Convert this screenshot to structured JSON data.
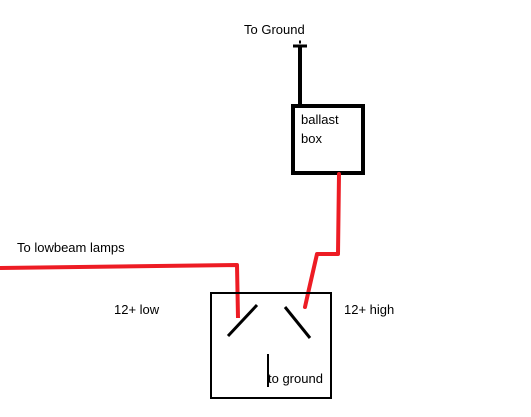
{
  "labels": {
    "to_ground_top": "To Ground",
    "ballast_box": "ballast\nbox",
    "to_lowbeam": "To lowbeam lamps",
    "low": "12+ low",
    "high": "12+ high",
    "to_ground_bottom": "to ground"
  },
  "colors": {
    "wire_power": "#ed1c24",
    "wire_ground": "#000000",
    "outline": "#000000"
  }
}
